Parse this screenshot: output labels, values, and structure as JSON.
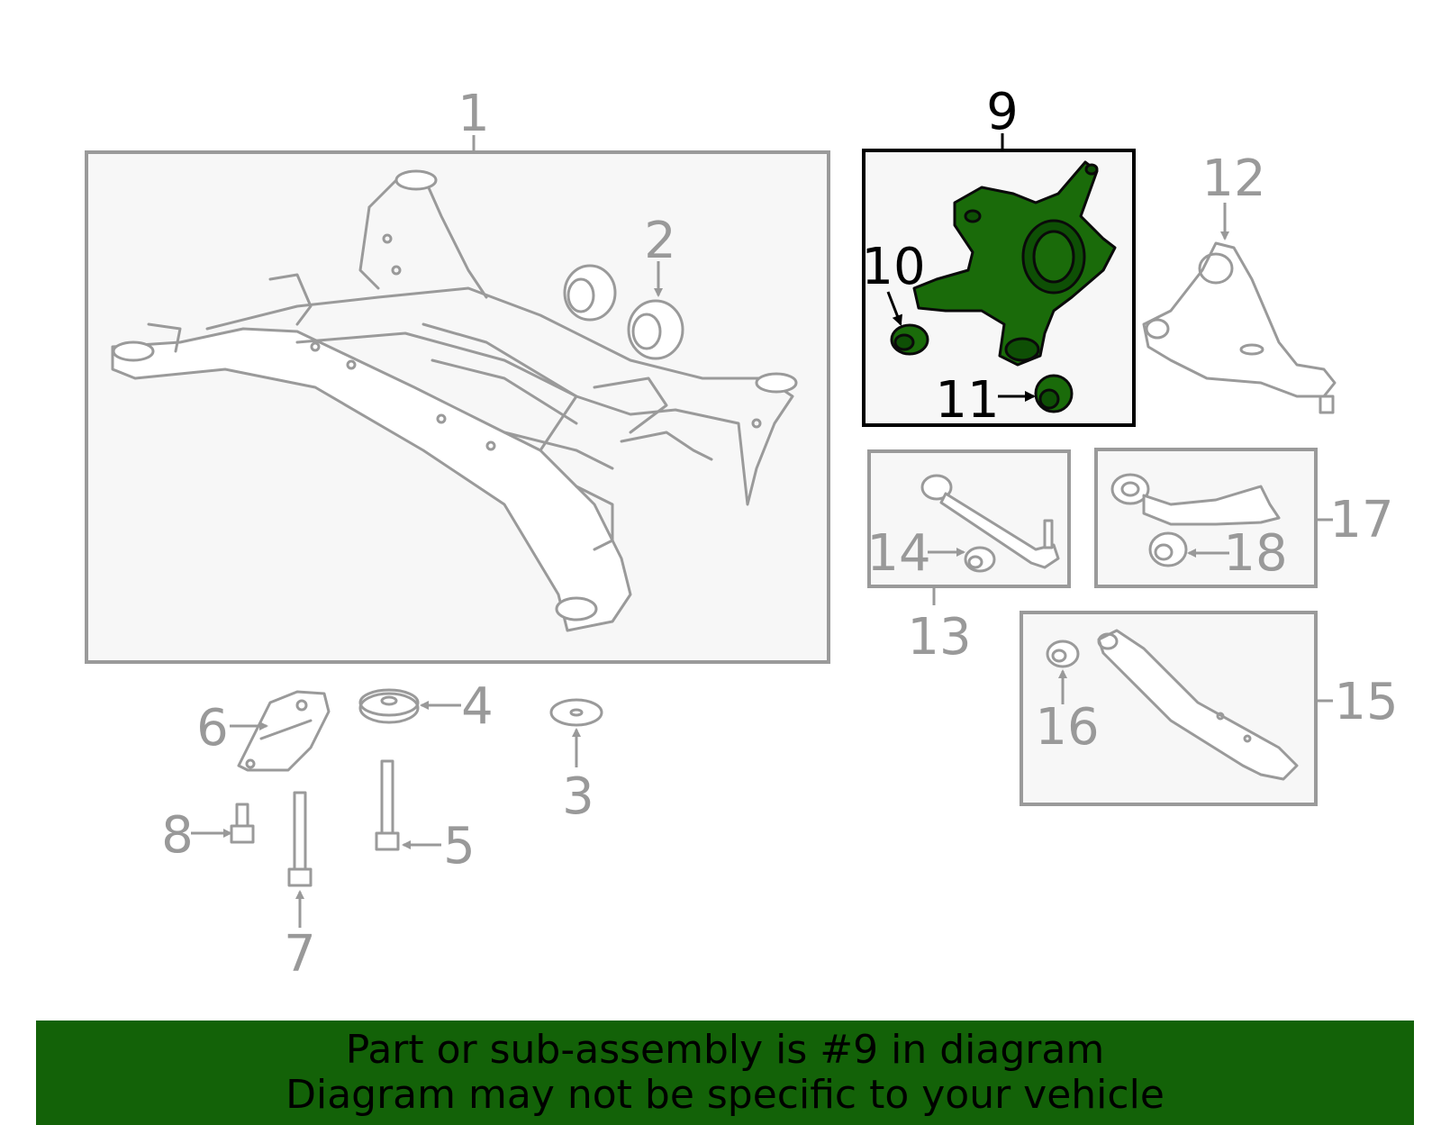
{
  "diagram": {
    "callouts": [
      "1",
      "2",
      "3",
      "4",
      "5",
      "6",
      "7",
      "8",
      "9",
      "10",
      "11",
      "12",
      "13",
      "14",
      "15",
      "16",
      "17",
      "18"
    ],
    "highlighted_part": "9",
    "highlight_color": "#1a6b0a",
    "banner_color": "#136208"
  },
  "banner": {
    "line1": "Part or sub-assembly is #9 in diagram",
    "line2": "Diagram may not be specific to your vehicle"
  }
}
